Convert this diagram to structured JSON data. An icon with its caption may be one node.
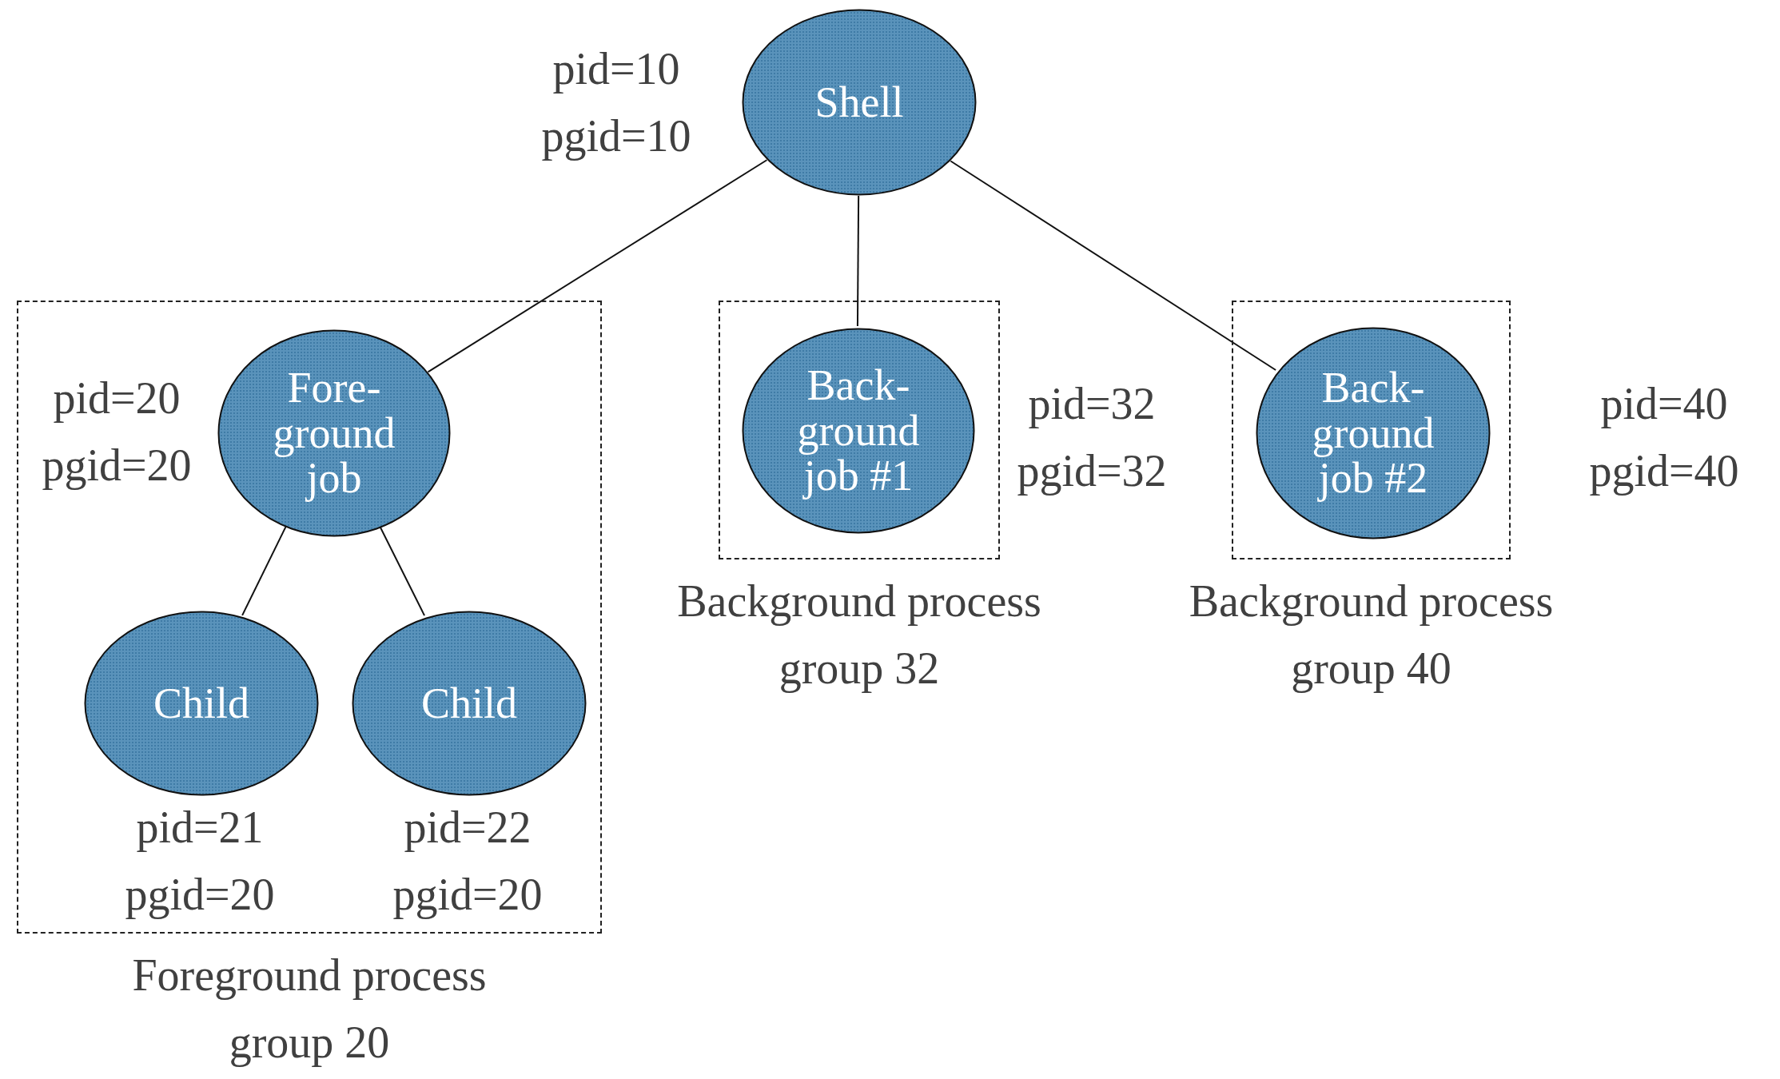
{
  "diagram": {
    "nodes": [
      {
        "text": [
          "Shell"
        ],
        "beside": [
          "pid=10 pgid=10"
        ]
      },
      {
        "text": [
          "Foreground process group 20"
        ]
      },
      {
        "text": [
          "Fore- ground job"
        ],
        "in": 1,
        "beside": [
          "pid=20 pgid=20"
        ]
      },
      {
        "text": [
          "Child"
        ],
        "in": 1,
        "beside": [
          "pid=21 pgid=20"
        ]
      },
      {
        "text": [
          "Child"
        ],
        "in": 1,
        "beside": [
          "pid=22 pgid=20"
        ]
      },
      {
        "text": [
          "Background process group 32"
        ]
      },
      {
        "text": [
          "Back- ground job #1"
        ],
        "in": 5,
        "beside": [
          "pid=32 pgid=32"
        ]
      },
      {
        "text": [
          "Background process group 40"
        ]
      },
      {
        "text": [
          "Back- ground job #2"
        ],
        "in": 7,
        "beside": [
          "pid=40 pgid=40"
        ]
      }
    ],
    "edges": [
      {
        "from": 0,
        "to": 2,
        "arrow": "none"
      },
      {
        "from": 0,
        "to": 6,
        "arrow": "none"
      },
      {
        "from": 0,
        "to": 8,
        "arrow": "none"
      },
      {
        "from": 2,
        "to": 3,
        "arrow": "none"
      },
      {
        "from": 2,
        "to": 4,
        "arrow": "none"
      }
    ]
  }
}
